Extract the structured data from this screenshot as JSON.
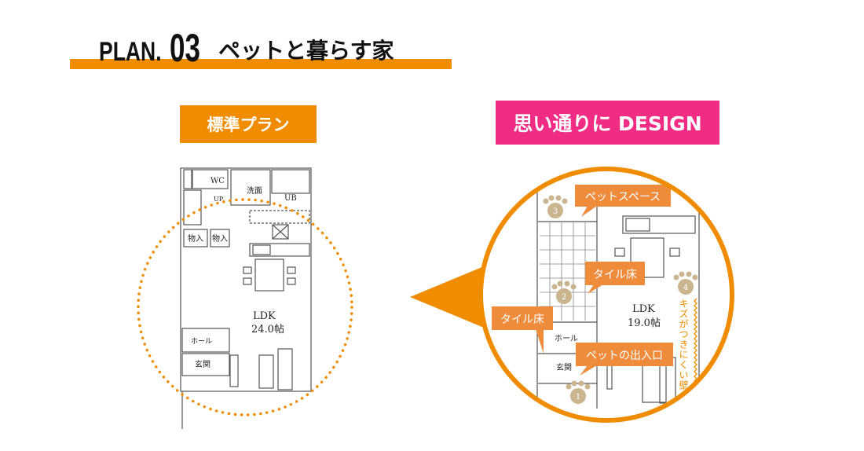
{
  "header": {
    "plan_label": "PLAN.",
    "plan_number": "03",
    "title": "ペットと暮らす家"
  },
  "standard": {
    "label": "標準プラン",
    "rooms": {
      "wc": "WC",
      "wash": "洗面",
      "ub": "UB",
      "up": "UP",
      "storage1": "物入",
      "storage2": "物入",
      "hall": "ホール",
      "entrance": "玄関",
      "ldk": "LDK",
      "ldk_size": "24.0帖"
    }
  },
  "design": {
    "label": "思い通りに DESIGN",
    "rooms": {
      "hall": "ホール",
      "entrance": "玄関",
      "ldk": "LDK",
      "ldk_size": "19.0帖"
    },
    "callouts": [
      "ペットスペース",
      "タイル床",
      "タイル床",
      "ペットの出入口"
    ],
    "wall_note": "キズがつきにくい壁",
    "markers": [
      "1",
      "2",
      "3",
      "4"
    ]
  },
  "colors": {
    "orange": "#f08c00",
    "pink": "#f02c84",
    "callout": "#ef8c3c",
    "paw": "#c9b58e"
  }
}
